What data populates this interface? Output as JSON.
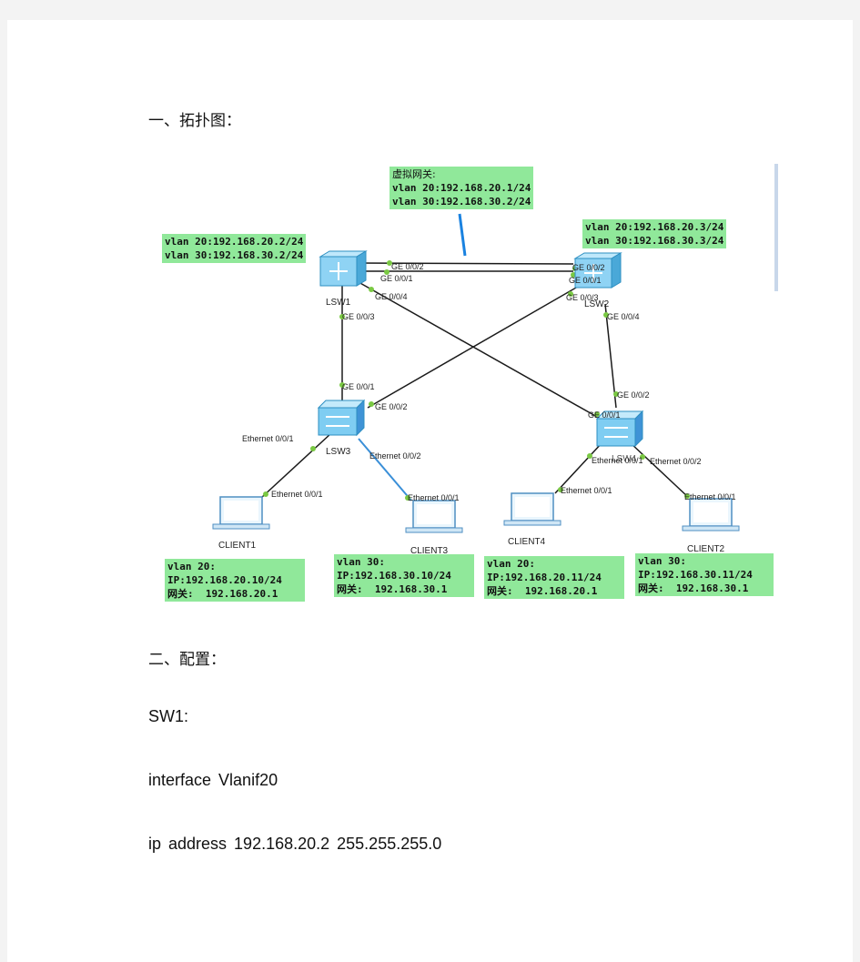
{
  "section1_title": "一、拓扑图：",
  "section2_title": "二、配置：",
  "config": {
    "device": "SW1:",
    "line1": "interface  Vlanif20",
    "line2": "ip  address  192.168.20.2  255.255.255.0"
  },
  "diagram": {
    "vgw": {
      "title": "虚拟网关:",
      "l1": "vlan 20:192.168.20.1/24",
      "l2": "vlan 30:192.168.30.2/24"
    },
    "lsw1_box": {
      "l1": "vlan 20:192.168.20.2/24",
      "l2": "vlan 30:192.168.30.2/24"
    },
    "lsw2_box": {
      "l1": "vlan 20:192.168.20.3/24",
      "l2": "vlan 30:192.168.30.3/24"
    },
    "devices": {
      "lsw1": "LSW1",
      "lsw2": "LSW2",
      "lsw3": "LSW3",
      "lsw4": "LSW4",
      "client1": "CLIENT1",
      "client2": "CLIENT2",
      "client3": "CLIENT3",
      "client4": "CLIENT4"
    },
    "ports": {
      "lsw1_ge002": "GE 0/0/2",
      "lsw1_ge001": "GE 0/0/1",
      "lsw1_ge004": "GE 0/0/4",
      "lsw1_ge003": "GE 0/0/3",
      "lsw2_ge002": "GE 0/0/2",
      "lsw2_ge001": "GE 0/0/1",
      "lsw2_ge003": "GE 0/0/3",
      "lsw2_ge004": "GE 0/0/4",
      "lsw3_ge001": "GE 0/0/1",
      "lsw3_ge002": "GE 0/0/2",
      "lsw3_eth001": "Ethernet 0/0/1",
      "lsw3_eth002": "Ethernet 0/0/2",
      "lsw4_ge002": "GE 0/0/2",
      "lsw4_ge001": "GE 0/0/1",
      "lsw4_eth001": "Ethernet 0/0/1",
      "lsw4_eth002": "Ethernet 0/0/2",
      "c1_eth": "Ethernet 0/0/1",
      "c3_eth": "Ethernet 0/0/1",
      "c4_eth": "Ethernet 0/0/1",
      "c2_eth": "Ethernet 0/0/1"
    },
    "client_boxes": {
      "c1": {
        "l1": "vlan 20:",
        "l2": "IP:192.168.20.10/24",
        "l3": "网关:  192.168.20.1"
      },
      "c3": {
        "l1": "vlan 30:",
        "l2": "IP:192.168.30.10/24",
        "l3": "网关:  192.168.30.1"
      },
      "c4": {
        "l1": "vlan 20:",
        "l2": "IP:192.168.20.11/24",
        "l3": "网关:  192.168.20.1"
      },
      "c2": {
        "l1": "vlan 30:",
        "l2": "IP:192.168.30.11/24",
        "l3": "网关:  192.168.30.1"
      }
    },
    "colors": {
      "label_bg": "#90e89a",
      "switch": "#6fc6ef",
      "link": "#1a1a1a",
      "blue_link": "#3a8fd8",
      "port_dot": "#7ac943"
    }
  }
}
